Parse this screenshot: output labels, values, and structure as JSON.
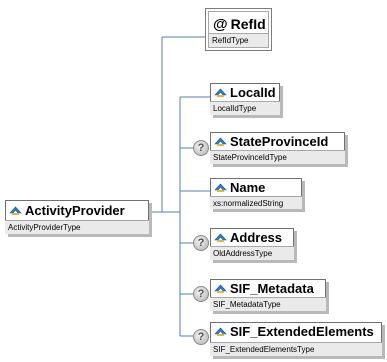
{
  "root": {
    "name": "ActivityProvider",
    "type": "ActivityProviderType"
  },
  "attribute": {
    "symbol": "@",
    "name": "RefId",
    "type": "RefIdType"
  },
  "elements": [
    {
      "name": "LocalId",
      "type": "LocalIdType",
      "optional": false
    },
    {
      "name": "StateProvinceId",
      "type": "StateProvinceIdType",
      "optional": true
    },
    {
      "name": "Name",
      "type": "xs:normalizedString",
      "optional": false
    },
    {
      "name": "Address",
      "type": "OldAddressType",
      "optional": true
    },
    {
      "name": "SIF_Metadata",
      "type": "SIF_MetadataType",
      "optional": true
    },
    {
      "name": "SIF_ExtendedElements",
      "type": "SIF_ExtendedElementsType",
      "optional": true
    }
  ],
  "icons": {
    "optional": "question-mark-icon",
    "element": "element-icon",
    "attribute": "attribute-icon"
  },
  "colors": {
    "connector": "#5a7fa6",
    "attribute_border": "#8fa8c4"
  }
}
